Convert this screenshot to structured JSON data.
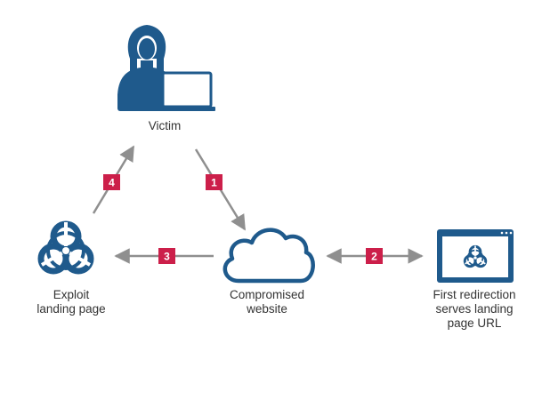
{
  "colors": {
    "icon_blue": "#1f5a8c",
    "badge_red": "#cc1f4a",
    "arrow_gray": "#8f8f8f",
    "text": "#333333"
  },
  "nodes": {
    "victim": {
      "icon": "person-with-laptop-icon",
      "label": "Victim"
    },
    "exploit": {
      "icon": "biohazard-icon",
      "label_lines": [
        "Exploit",
        "landing page"
      ]
    },
    "compromised": {
      "icon": "cloud-icon",
      "label_lines": [
        "Compromised",
        "website"
      ]
    },
    "redirect": {
      "icon": "browser-window-biohazard-icon",
      "label_lines": [
        "First redirection",
        "serves landing",
        "page URL"
      ]
    }
  },
  "steps": [
    {
      "number": "1",
      "from": "Victim",
      "to": "Compromised website"
    },
    {
      "number": "2",
      "from": "Compromised website",
      "to": "First redirection serves landing page URL",
      "bidirectional": true
    },
    {
      "number": "3",
      "from": "Compromised website",
      "to": "Exploit landing page"
    },
    {
      "number": "4",
      "from": "Exploit landing page",
      "to": "Victim"
    }
  ]
}
